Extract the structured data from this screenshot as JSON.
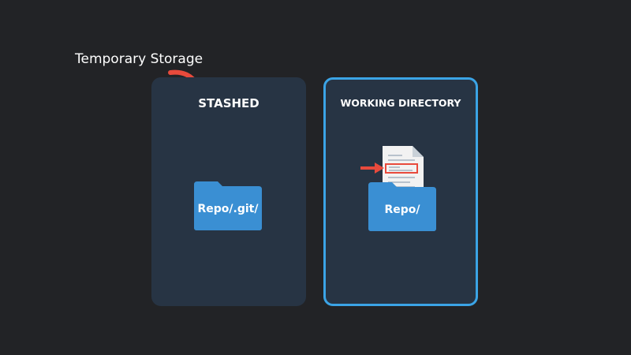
{
  "annotation": {
    "text": "Temporary Storage",
    "arrow_color": "#e84a3c"
  },
  "panels": {
    "stashed": {
      "title": "STASHED",
      "folder_label": "Repo/.git/"
    },
    "working": {
      "title": "WORKING DIRECTORY",
      "folder_label": "Repo/",
      "highlight_color": "#3ba4e6"
    }
  },
  "colors": {
    "background": "#222326",
    "panel": "#273444",
    "folder": "#3a8fd3",
    "folder_tab": "#3a8fd3",
    "document": "#f2f2f2",
    "document_lines": "#b8c2cc",
    "accent_red": "#e84a3c"
  },
  "icons": {
    "annotation_arrow": "curved-arrow-icon",
    "folder": "folder-icon",
    "document": "document-icon",
    "pointer_arrow": "arrow-right-icon"
  }
}
